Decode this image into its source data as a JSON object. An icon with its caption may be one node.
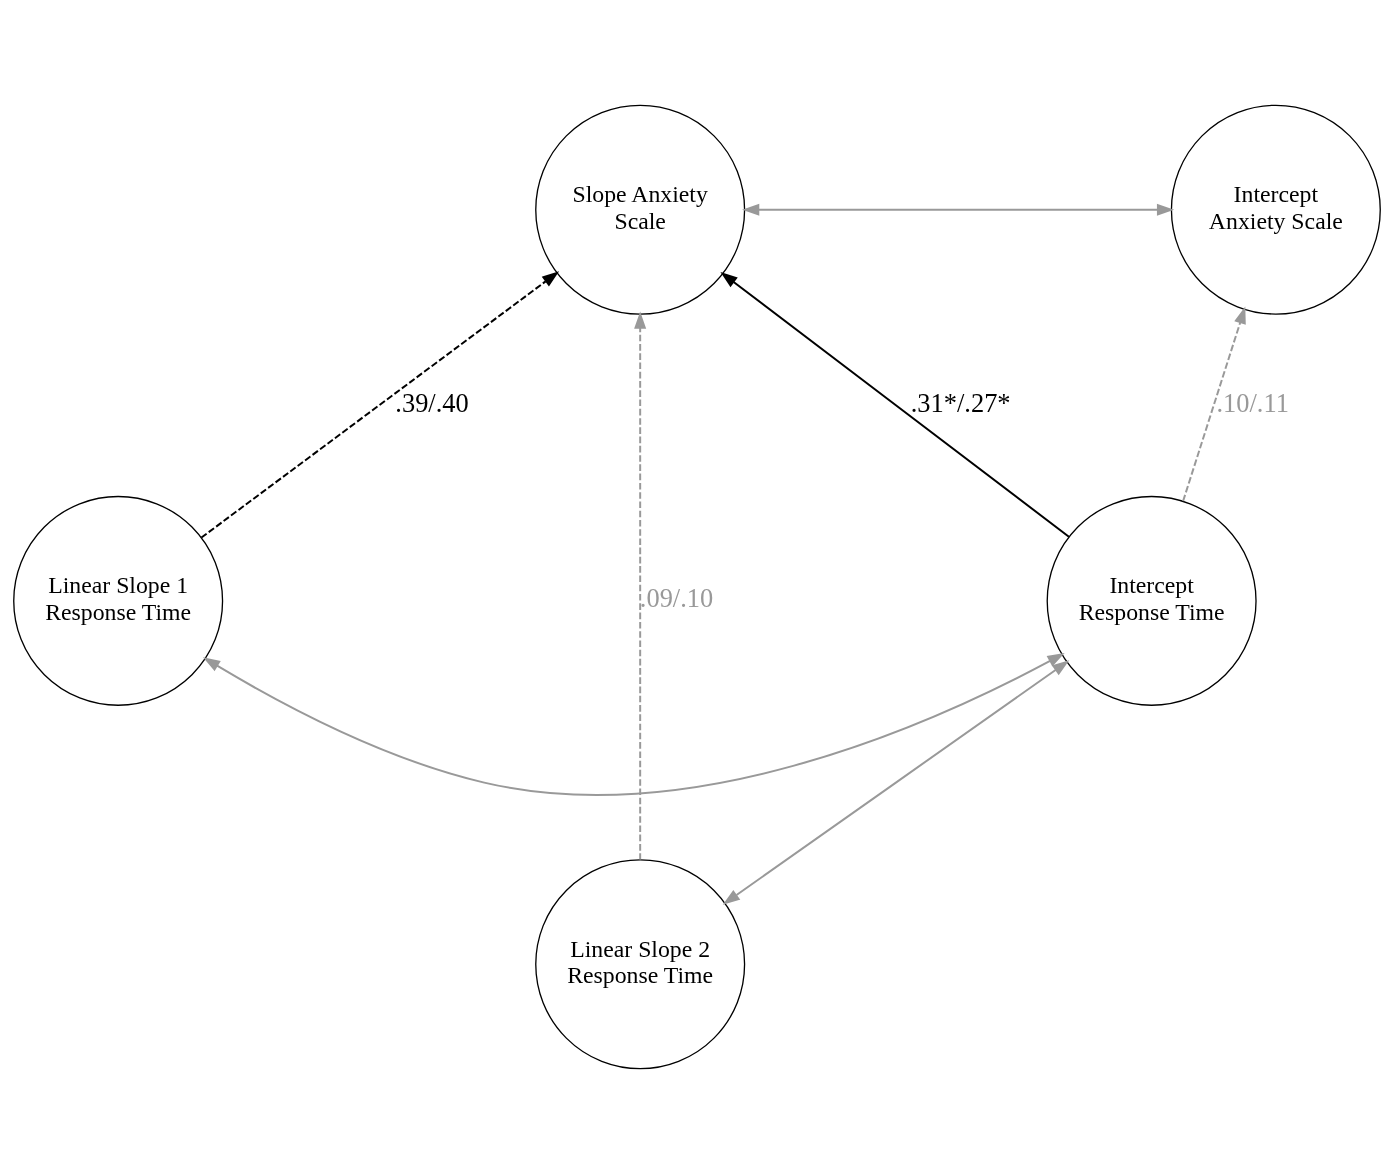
{
  "diagram": {
    "nodes": [
      {
        "text": [
          "Intercept Anxiety Scale"
        ]
      },
      {
        "text": [
          "Slope Anxiety Scale"
        ]
      },
      {
        "text": [
          "Intercept Response Time"
        ]
      },
      {
        "text": [
          "Linear Slope 1 Response Time"
        ]
      },
      {
        "text": [
          "Linear Slope 2 Response Time"
        ]
      }
    ],
    "edges": [
      {
        "from": 0,
        "to": 1,
        "arrow": "both"
      },
      {
        "from": 2,
        "to": 0,
        "arrow": "to",
        "style": "dashed",
        "label": ".10/.11"
      },
      {
        "from": 2,
        "to": 1,
        "arrow": "to",
        "color": "#000000",
        "label": ".31*/.27*"
      },
      {
        "from": 3,
        "to": 1,
        "arrow": "to",
        "style": "dashed",
        "color": "#000000",
        "label": ".39/.40"
      },
      {
        "from": 4,
        "to": 1,
        "arrow": "to",
        "style": "dashed",
        "label": ".09/.10"
      },
      {
        "from": 2,
        "to": 3,
        "arrow": "both"
      },
      {
        "from": 2,
        "to": 4,
        "arrow": "both"
      }
    ]
  }
}
